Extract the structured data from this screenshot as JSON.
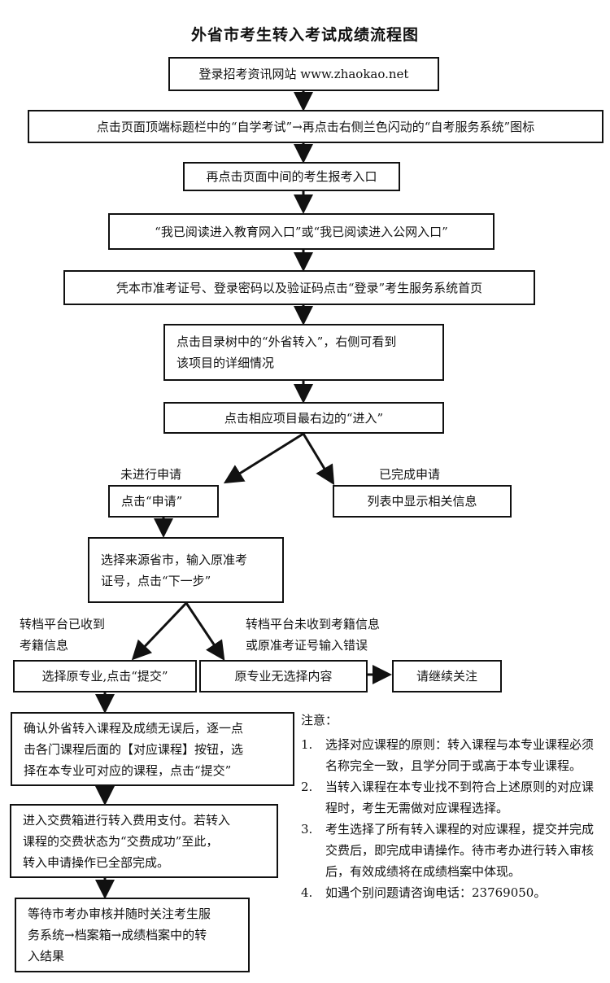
{
  "title": "外省市考生转入考试成绩流程图",
  "steps": {
    "s1": "登录招考资讯网站 www.zhaokao.net",
    "s2": "点击页面顶端标题栏中的“自学考试”→再点击右侧兰色闪动的“自考服务系统”图标",
    "s3": "再点击页面中间的考生报考入口",
    "s4": "“我已阅读进入教育网入口”或“我已阅读进入公网入口”",
    "s5": "凭本市准考证号、登录密码以及验证码点击“登录”考生服务系统首页",
    "s6": "点击目录树中的“外省转入”，右侧可看到\n该项目的详细情况",
    "s7": "点击相应项目最右边的“进入”",
    "s8": "点击“申请”",
    "s9": "列表中显示相关信息",
    "s10": "选择来源省市，输入原准考\n证号，点击“下一步”",
    "s11": "选择原专业,点击“提交”",
    "s12": "原专业无选择内容",
    "s13": "请继续关注",
    "s14": "确认外省转入课程及成绩无误后，逐一点\n击各门课程后面的【对应课程】按钮，选\n择在本专业可对应的课程，点击“提交”",
    "s15": "进入交费箱进行转入费用支付。若转入\n课程的交费状态为“交费成功”至此，\n转入申请操作已全部完成。",
    "s16": "等待市考办审核并随时关注考生服\n务系统→档案箱→成绩档案中的转\n入结果"
  },
  "labels": {
    "not_applied": "未进行申请",
    "applied": "已完成申请",
    "received": "转档平台已收到\n考籍信息",
    "not_received": "转档平台未收到考籍信息\n或原准考证号输入错误"
  },
  "notes": {
    "title": "注意：",
    "items": [
      {
        "num": "1.",
        "text": "选择对应课程的原则：转入课程与本专业课程必须名称完全一致，且学分同于或高于本专业课程。"
      },
      {
        "num": "2.",
        "text": "当转入课程在本专业找不到符合上述原则的对应课程时，考生无需做对应课程选择。"
      },
      {
        "num": "3.",
        "text": "考生选择了所有转入课程的对应课程，提交并完成交费后，即完成申请操作。待市考办进行转入审核后，有效成绩将在成绩档案中体现。"
      },
      {
        "num": "4.",
        "text": "如遇个别问题请咨询电话：23769050。"
      }
    ]
  }
}
